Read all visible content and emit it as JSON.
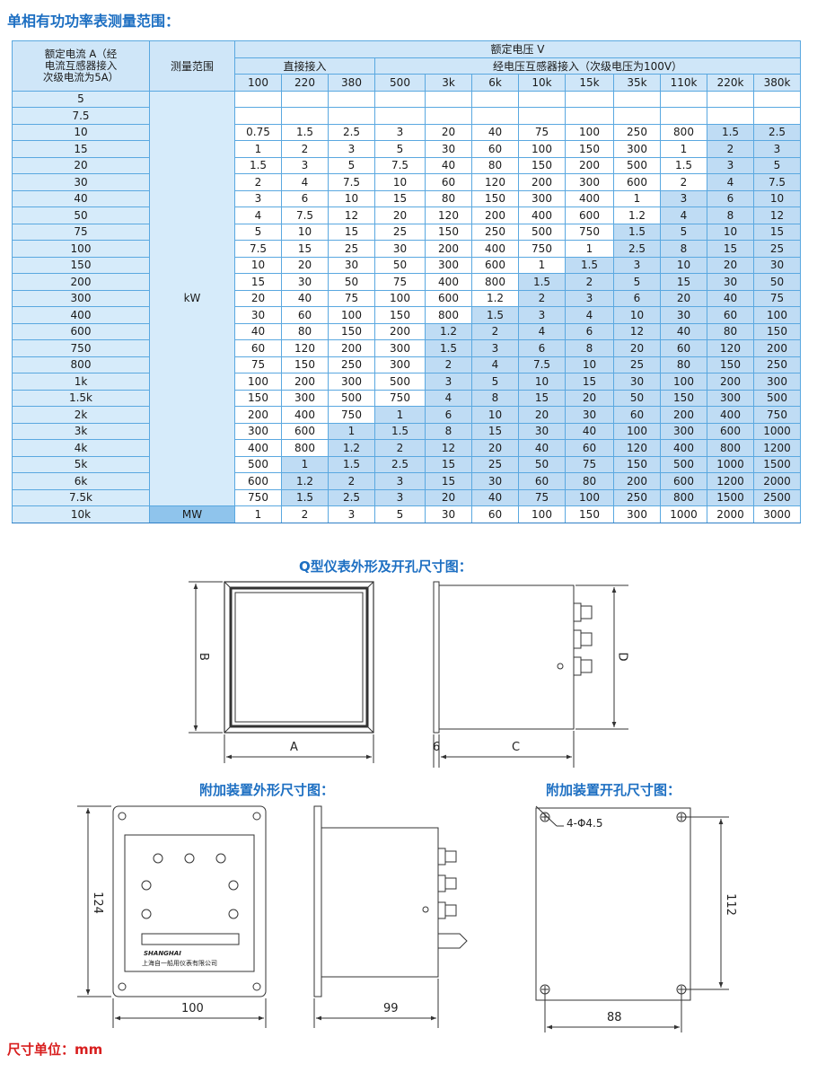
{
  "title": "单相有功功率表测量范围：",
  "table": {
    "header": {
      "current_label": "额定电流 A（经电流互感器接入次级电流为5A）",
      "current_label_lines": [
        "额定电流 A（经",
        "电流互感器接入",
        "次级电流为5A）"
      ],
      "range_label": "测量范围",
      "voltage_label": "额定电压 V",
      "direct_label": "直接接入",
      "pt_label": "经电压互感器接入（次级电压为100V）",
      "voltages": [
        "100",
        "220",
        "380",
        "500",
        "3k",
        "6k",
        "10k",
        "15k",
        "35k",
        "110k",
        "220k",
        "380k"
      ]
    },
    "unit_kw": "kW",
    "unit_mw": "MW",
    "rows": [
      {
        "current": "5",
        "values": [
          "",
          "",
          "",
          "",
          "",
          "",
          "",
          "",
          "",
          "",
          "",
          ""
        ]
      },
      {
        "current": "7.5",
        "values": [
          "",
          "",
          "",
          "",
          "",
          "",
          "",
          "",
          "",
          "",
          "",
          ""
        ]
      },
      {
        "current": "10",
        "values": [
          "0.75",
          "1.5",
          "2.5",
          "3",
          "20",
          "40",
          "75",
          "100",
          "250",
          "800",
          "1.5",
          "2.5"
        ]
      },
      {
        "current": "15",
        "values": [
          "1",
          "2",
          "3",
          "5",
          "30",
          "60",
          "100",
          "150",
          "300",
          "1",
          "2",
          "3"
        ]
      },
      {
        "current": "20",
        "values": [
          "1.5",
          "3",
          "5",
          "7.5",
          "40",
          "80",
          "150",
          "200",
          "500",
          "1.5",
          "3",
          "5"
        ]
      },
      {
        "current": "30",
        "values": [
          "2",
          "4",
          "7.5",
          "10",
          "60",
          "120",
          "200",
          "300",
          "600",
          "2",
          "4",
          "7.5"
        ]
      },
      {
        "current": "40",
        "values": [
          "3",
          "6",
          "10",
          "15",
          "80",
          "150",
          "300",
          "400",
          "1",
          "3",
          "6",
          "10"
        ]
      },
      {
        "current": "50",
        "values": [
          "4",
          "7.5",
          "12",
          "20",
          "120",
          "200",
          "400",
          "600",
          "1.2",
          "4",
          "8",
          "12"
        ]
      },
      {
        "current": "75",
        "values": [
          "5",
          "10",
          "15",
          "25",
          "150",
          "250",
          "500",
          "750",
          "1.5",
          "5",
          "10",
          "15"
        ]
      },
      {
        "current": "100",
        "values": [
          "7.5",
          "15",
          "25",
          "30",
          "200",
          "400",
          "750",
          "1",
          "2.5",
          "8",
          "15",
          "25"
        ]
      },
      {
        "current": "150",
        "values": [
          "10",
          "20",
          "30",
          "50",
          "300",
          "600",
          "1",
          "1.5",
          "3",
          "10",
          "20",
          "30"
        ]
      },
      {
        "current": "200",
        "values": [
          "15",
          "30",
          "50",
          "75",
          "400",
          "800",
          "1.5",
          "2",
          "5",
          "15",
          "30",
          "50"
        ]
      },
      {
        "current": "300",
        "values": [
          "20",
          "40",
          "75",
          "100",
          "600",
          "1.2",
          "2",
          "3",
          "6",
          "20",
          "40",
          "75"
        ]
      },
      {
        "current": "400",
        "values": [
          "30",
          "60",
          "100",
          "150",
          "800",
          "1.5",
          "3",
          "4",
          "10",
          "30",
          "60",
          "100"
        ]
      },
      {
        "current": "600",
        "values": [
          "40",
          "80",
          "150",
          "200",
          "1.2",
          "2",
          "4",
          "6",
          "12",
          "40",
          "80",
          "150"
        ]
      },
      {
        "current": "750",
        "values": [
          "60",
          "120",
          "200",
          "300",
          "1.5",
          "3",
          "6",
          "8",
          "20",
          "60",
          "120",
          "200"
        ]
      },
      {
        "current": "800",
        "values": [
          "75",
          "150",
          "250",
          "300",
          "2",
          "4",
          "7.5",
          "10",
          "25",
          "80",
          "150",
          "250"
        ]
      },
      {
        "current": "1k",
        "values": [
          "100",
          "200",
          "300",
          "500",
          "3",
          "5",
          "10",
          "15",
          "30",
          "100",
          "200",
          "300"
        ]
      },
      {
        "current": "1.5k",
        "values": [
          "150",
          "300",
          "500",
          "750",
          "4",
          "8",
          "15",
          "20",
          "50",
          "150",
          "300",
          "500"
        ]
      },
      {
        "current": "2k",
        "values": [
          "200",
          "400",
          "750",
          "1",
          "6",
          "10",
          "20",
          "30",
          "60",
          "200",
          "400",
          "750"
        ]
      },
      {
        "current": "3k",
        "values": [
          "300",
          "600",
          "1",
          "1.5",
          "8",
          "15",
          "30",
          "40",
          "100",
          "300",
          "600",
          "1000"
        ]
      },
      {
        "current": "4k",
        "values": [
          "400",
          "800",
          "1.2",
          "2",
          "12",
          "20",
          "40",
          "60",
          "120",
          "400",
          "800",
          "1200"
        ]
      },
      {
        "current": "5k",
        "values": [
          "500",
          "1",
          "1.5",
          "2.5",
          "15",
          "25",
          "50",
          "75",
          "150",
          "500",
          "1000",
          "1500"
        ]
      },
      {
        "current": "6k",
        "values": [
          "600",
          "1.2",
          "2",
          "3",
          "15",
          "30",
          "60",
          "80",
          "200",
          "600",
          "1200",
          "2000"
        ]
      },
      {
        "current": "7.5k",
        "values": [
          "750",
          "1.5",
          "2.5",
          "3",
          "20",
          "40",
          "75",
          "100",
          "250",
          "800",
          "1500",
          "2500"
        ]
      },
      {
        "current": "10k",
        "values": [
          "1",
          "2",
          "3",
          "5",
          "30",
          "60",
          "100",
          "150",
          "300",
          "1000",
          "2000",
          "3000"
        ]
      }
    ],
    "mw_start_col": [
      12,
      12,
      10,
      10,
      10,
      10,
      9,
      9,
      8,
      8,
      7,
      6,
      6,
      5,
      4,
      4,
      4,
      4,
      4,
      3,
      2,
      2,
      1,
      1,
      1,
      0
    ],
    "colors": {
      "header": "#cfe6f8",
      "mw_cell": "#bfdcf4",
      "mw_label": "#8fc4ec",
      "border": "#5aa8e0",
      "title": "#1d6fc2",
      "note": "#d81e1e"
    }
  },
  "drawings": {
    "q_title": "Q型仪表外形及开孔尺寸图：",
    "q_labels": {
      "a": "A",
      "b": "B",
      "c": "C",
      "d": "D",
      "six": "6"
    },
    "aux_outline_title": "附加装置外形尺寸图：",
    "aux_cutout_title": "附加装置开孔尺寸图：",
    "aux_dims": {
      "width": "100",
      "height": "124",
      "depth": "99",
      "hole_w": "88",
      "hole_h": "112",
      "holes": "4-Φ4.5"
    },
    "aux_company": "上海自一船用仪表有限公司",
    "aux_brand": "SHANGHAI"
  },
  "unit_note": "尺寸单位：mm"
}
